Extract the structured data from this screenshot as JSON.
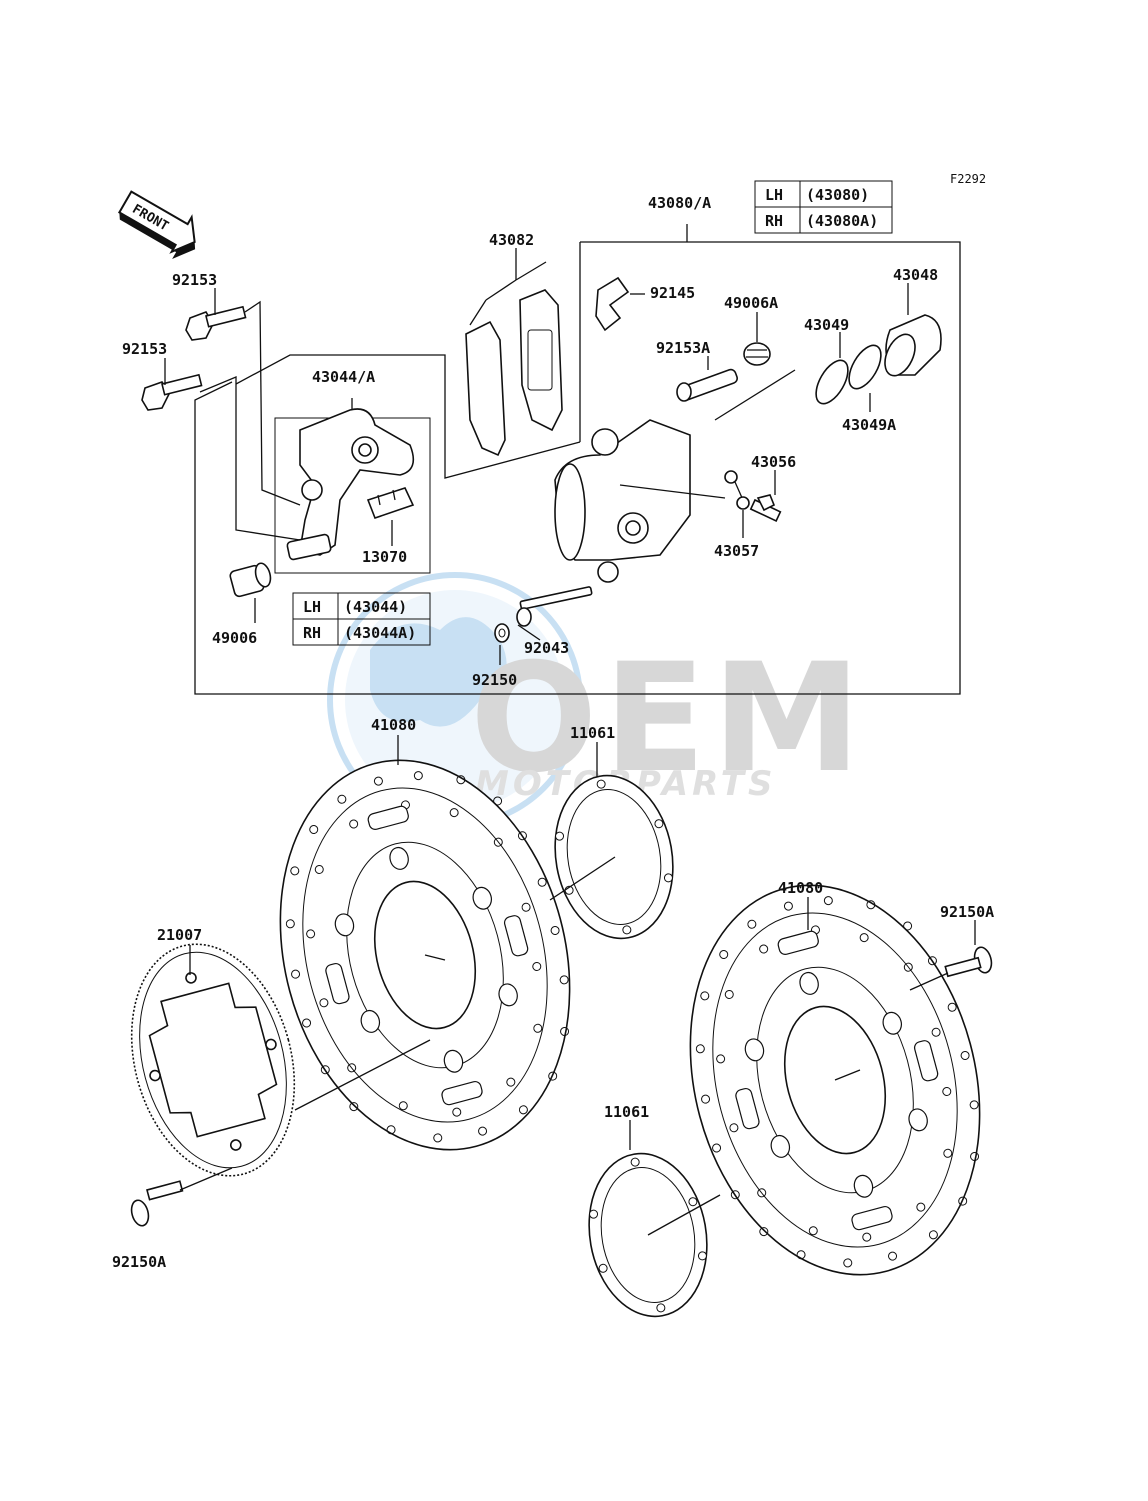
{
  "diagram_code": "F2292",
  "front_arrow_label": "FRONT",
  "watermark": {
    "main": "OEM",
    "sub": "MOTORPARTS"
  },
  "labels": {
    "p43080A": "43080/A",
    "p43082": "43082",
    "p92145": "92145",
    "p49006A": "49006A",
    "p43048": "43048",
    "p43049": "43049",
    "p92153A": "92153A",
    "p43049A": "43049A",
    "p43056": "43056",
    "p43057": "43057",
    "p92153_top": "92153",
    "p92153_mid": "92153",
    "p43044A": "43044/A",
    "p13070": "13070",
    "p49006": "49006",
    "p92043": "92043",
    "p92150": "92150",
    "p41080_left": "41080",
    "p11061_top": "11061",
    "p21007": "21007",
    "p92150A_left": "92150A",
    "p41080_right": "41080",
    "p92150A_right": "92150A",
    "p11061_bottom": "11061"
  },
  "caliper_table": {
    "rows": [
      {
        "side": "LH",
        "part": "(43080)"
      },
      {
        "side": "RH",
        "part": "(43080A)"
      }
    ]
  },
  "bracket_table": {
    "rows": [
      {
        "side": "LH",
        "part": "(43044)"
      },
      {
        "side": "RH",
        "part": "(43044A)"
      }
    ]
  },
  "colors": {
    "line": "#111111",
    "watermark_blue": "#9cc8ea",
    "watermark_gray": "#b8b8b8"
  }
}
